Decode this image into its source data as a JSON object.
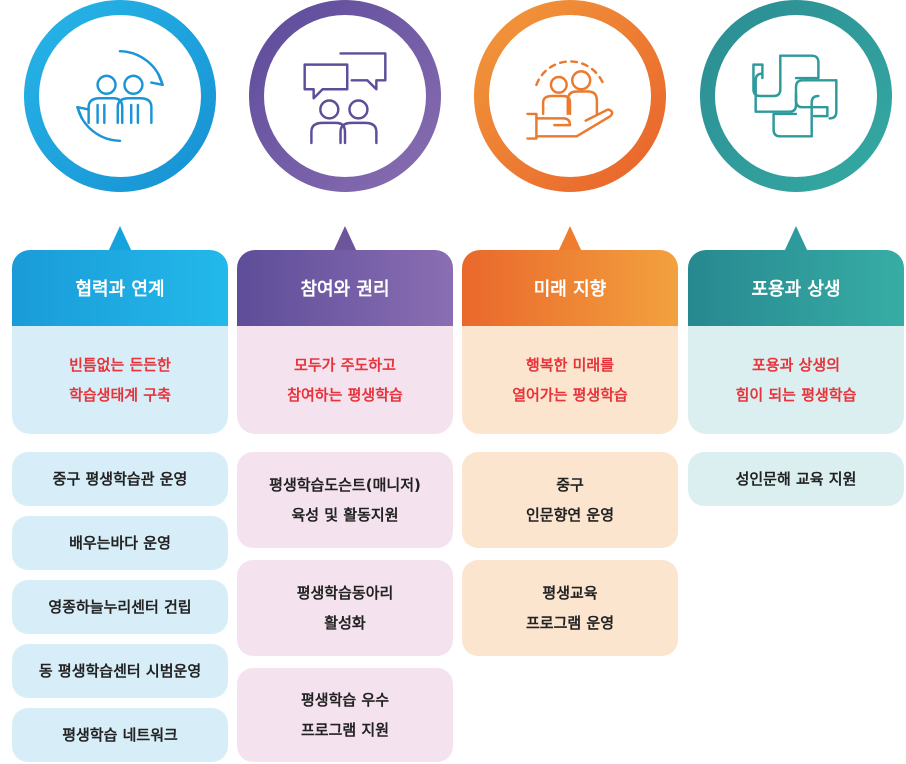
{
  "colors": {
    "blue": "#14a3dc",
    "blue_light": "#d7eef8",
    "purple": "#6d559b",
    "purple_light": "#f4e3ef",
    "orange": "#ee7d2e",
    "orange_light": "#fbe5cf",
    "teal": "#2e9a9c",
    "teal_light": "#dbeff0"
  },
  "columns": [
    {
      "icon": "cooperation-people-icon",
      "title": "협력과 연계",
      "goal": "빈틈없는 든든한\n학습생태계 구축",
      "items": [
        "중구 평생학습관 운영",
        "배우는바다 운영",
        "영종하늘누리센터 건립",
        "동 평생학습센터 시범운영",
        "평생학습 네트워크"
      ]
    },
    {
      "icon": "speech-bubbles-people-icon",
      "title": "참여와 권리",
      "goal": "모두가 주도하고\n참여하는 평생학습",
      "items": [
        "평생학습도슨트(매니저)\n육성 및 활동지원",
        "평생학습동아리\n활성화",
        "평생학습 우수\n프로그램 지원"
      ]
    },
    {
      "icon": "hand-holding-people-icon",
      "title": "미래 지향",
      "goal": "행복한 미래를\n열어가는 평생학습",
      "items": [
        "중구\n인문향연 운영",
        "평생교육\n프로그램 운영"
      ]
    },
    {
      "icon": "joined-hands-icon",
      "title": "포용과 상생",
      "goal": "포용과 상생의\n힘이 되는 평생학습",
      "items": [
        "성인문해 교육 지원"
      ]
    }
  ]
}
